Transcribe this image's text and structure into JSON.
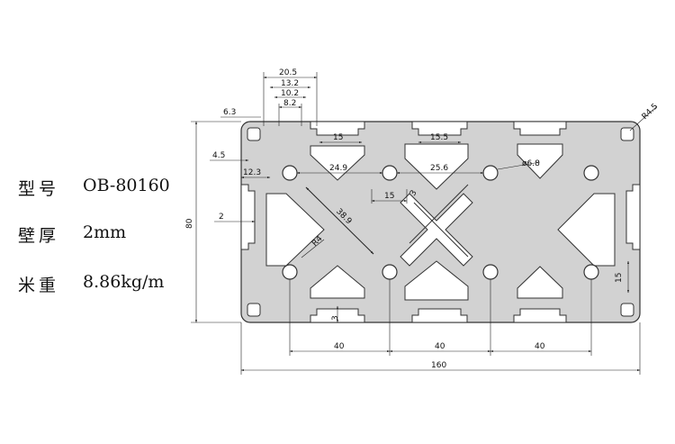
{
  "specs": [
    {
      "label": "型号",
      "value": "OB-80160"
    },
    {
      "label": "壁厚",
      "value": "2mm"
    },
    {
      "label": "米重",
      "value": "8.86kg/m"
    }
  ],
  "dimensions": {
    "d20_5": "20.5",
    "d13_2": "13.2",
    "d10_2": "10.2",
    "d8_2": "8.2",
    "d6_3": "6.3",
    "d4_5": "4.5",
    "d12_3": "12.3",
    "d2": "2",
    "d80": "80",
    "d15_top": "15",
    "d15_5": "15.5",
    "d24_9": "24.9",
    "d25_6": "25.6",
    "d6_8": "ø6.8",
    "d15_mid": "15",
    "d3_mid": "3",
    "d38_9": "38.9",
    "dR4": "R4",
    "dR4_5": "R4.5",
    "d15_right": "15",
    "d3_bottom": "3",
    "d40_a": "40",
    "d40_b": "40",
    "d40_c": "40",
    "d160": "160"
  },
  "colors": {
    "profile_fill": "#d2d2d2",
    "profile_stroke": "#333333"
  }
}
